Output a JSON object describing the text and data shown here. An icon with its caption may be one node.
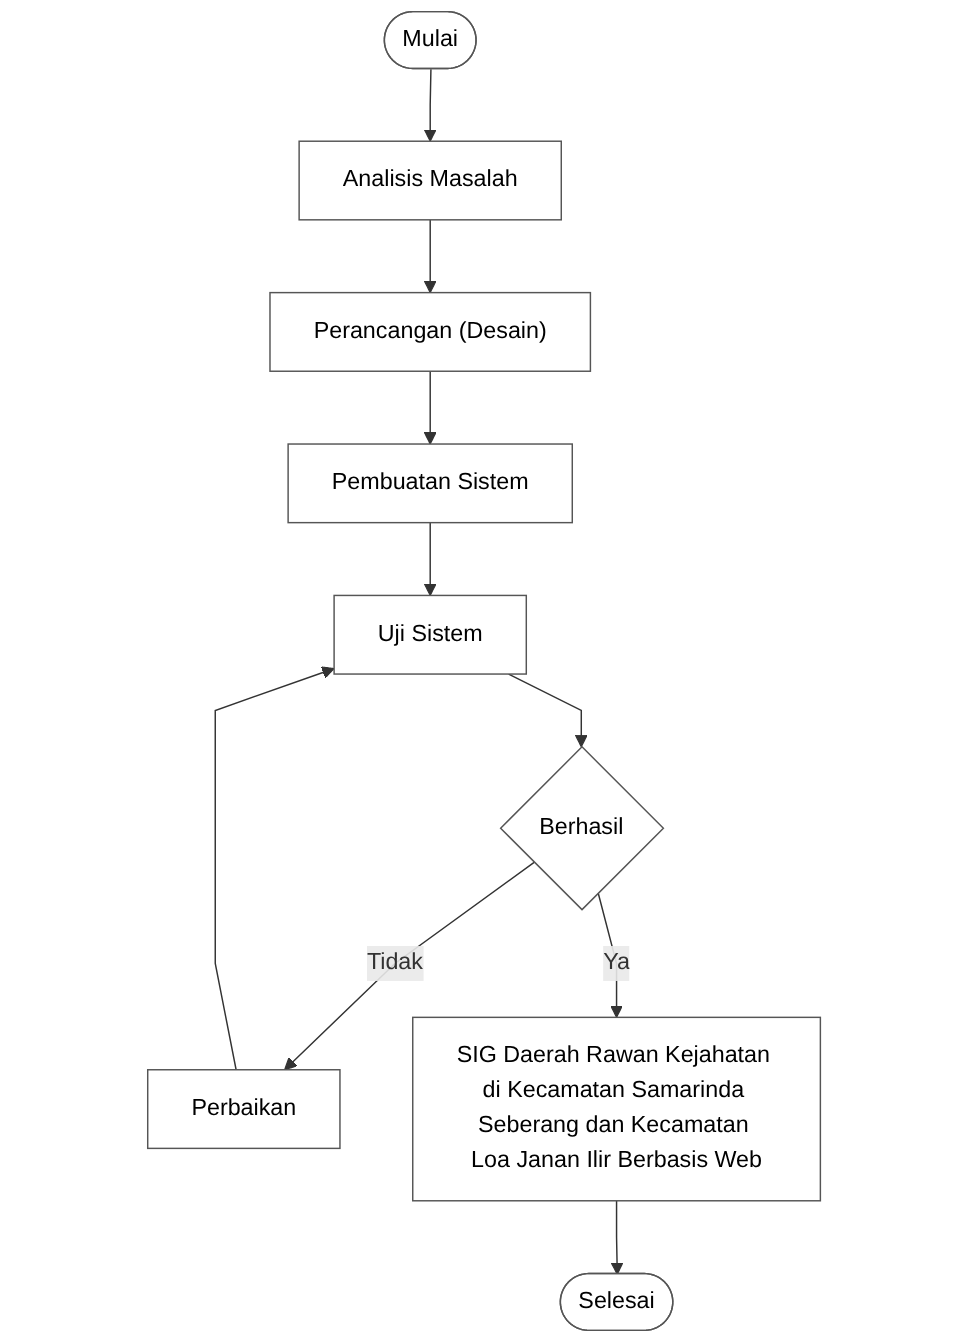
{
  "diagram": {
    "nodes": [
      {
        "text": [
          "Mulai"
        ]
      },
      {
        "text": [
          "Analisis Masalah"
        ]
      },
      {
        "text": [
          "Perancangan (Desain)"
        ]
      },
      {
        "text": [
          "Pembuatan Sistem"
        ]
      },
      {
        "text": [
          "Uji Sistem"
        ]
      },
      {
        "text": [
          "Berhasil"
        ]
      },
      {
        "text": [
          "Perbaikan"
        ]
      },
      {
        "text": [
          "SIG Daerah Rawan Kejahatan di Kecamatan Samarinda Seberang dan Kecamatan Loa Janan Ilir Berbasis Web"
        ]
      },
      {
        "text": [
          "Selesai"
        ]
      }
    ],
    "edges": [
      {
        "from": 0,
        "to": 1,
        "arrow": "to"
      },
      {
        "from": 1,
        "to": 2,
        "arrow": "to"
      },
      {
        "from": 2,
        "to": 3,
        "arrow": "to"
      },
      {
        "from": 3,
        "to": 4,
        "arrow": "to"
      },
      {
        "from": 4,
        "to": 5,
        "arrow": "to"
      },
      {
        "from": 5,
        "to": 6,
        "label": "Tidak",
        "arrow": "to"
      },
      {
        "from": 6,
        "to": 4,
        "arrow": "to"
      },
      {
        "from": 5,
        "to": 7,
        "label": "Ya",
        "arrow": "to"
      },
      {
        "from": 7,
        "to": 8,
        "arrow": "to"
      }
    ]
  }
}
